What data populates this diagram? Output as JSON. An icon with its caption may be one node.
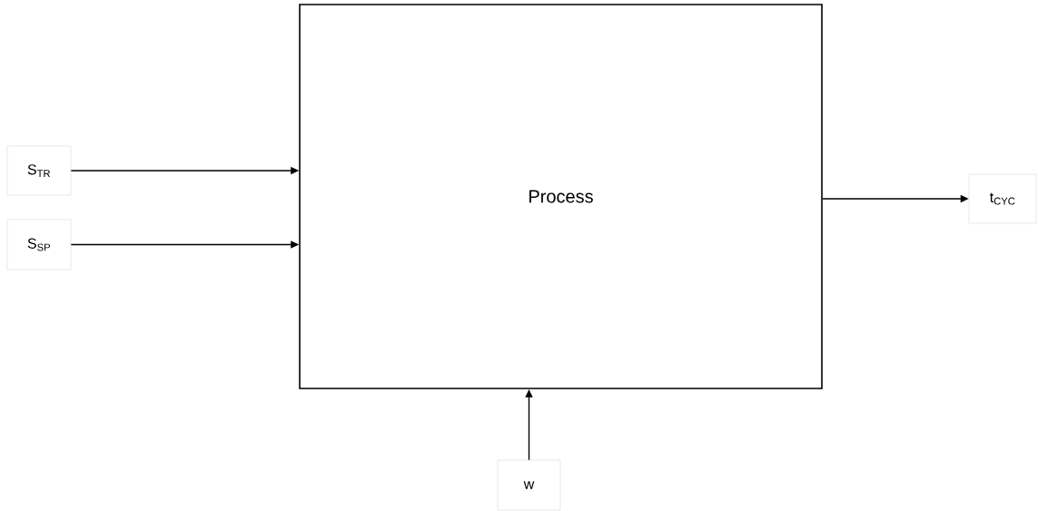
{
  "diagram": {
    "nodes": [
      {
        "text": [
          "Process"
        ]
      },
      {
        "text": [
          "S$_{TR}$"
        ]
      },
      {
        "text": [
          "S$_{SP}$"
        ]
      },
      {
        "text": [
          "t$_{CYC}$"
        ]
      },
      {
        "text": [
          "w"
        ]
      }
    ],
    "edges": [
      {
        "from": 1,
        "to": 0,
        "arrow": "to"
      },
      {
        "from": 2,
        "to": 0,
        "arrow": "to"
      },
      {
        "from": 0,
        "to": 3,
        "arrow": "to"
      },
      {
        "from": 4,
        "to": 0,
        "arrow": "to"
      }
    ]
  }
}
